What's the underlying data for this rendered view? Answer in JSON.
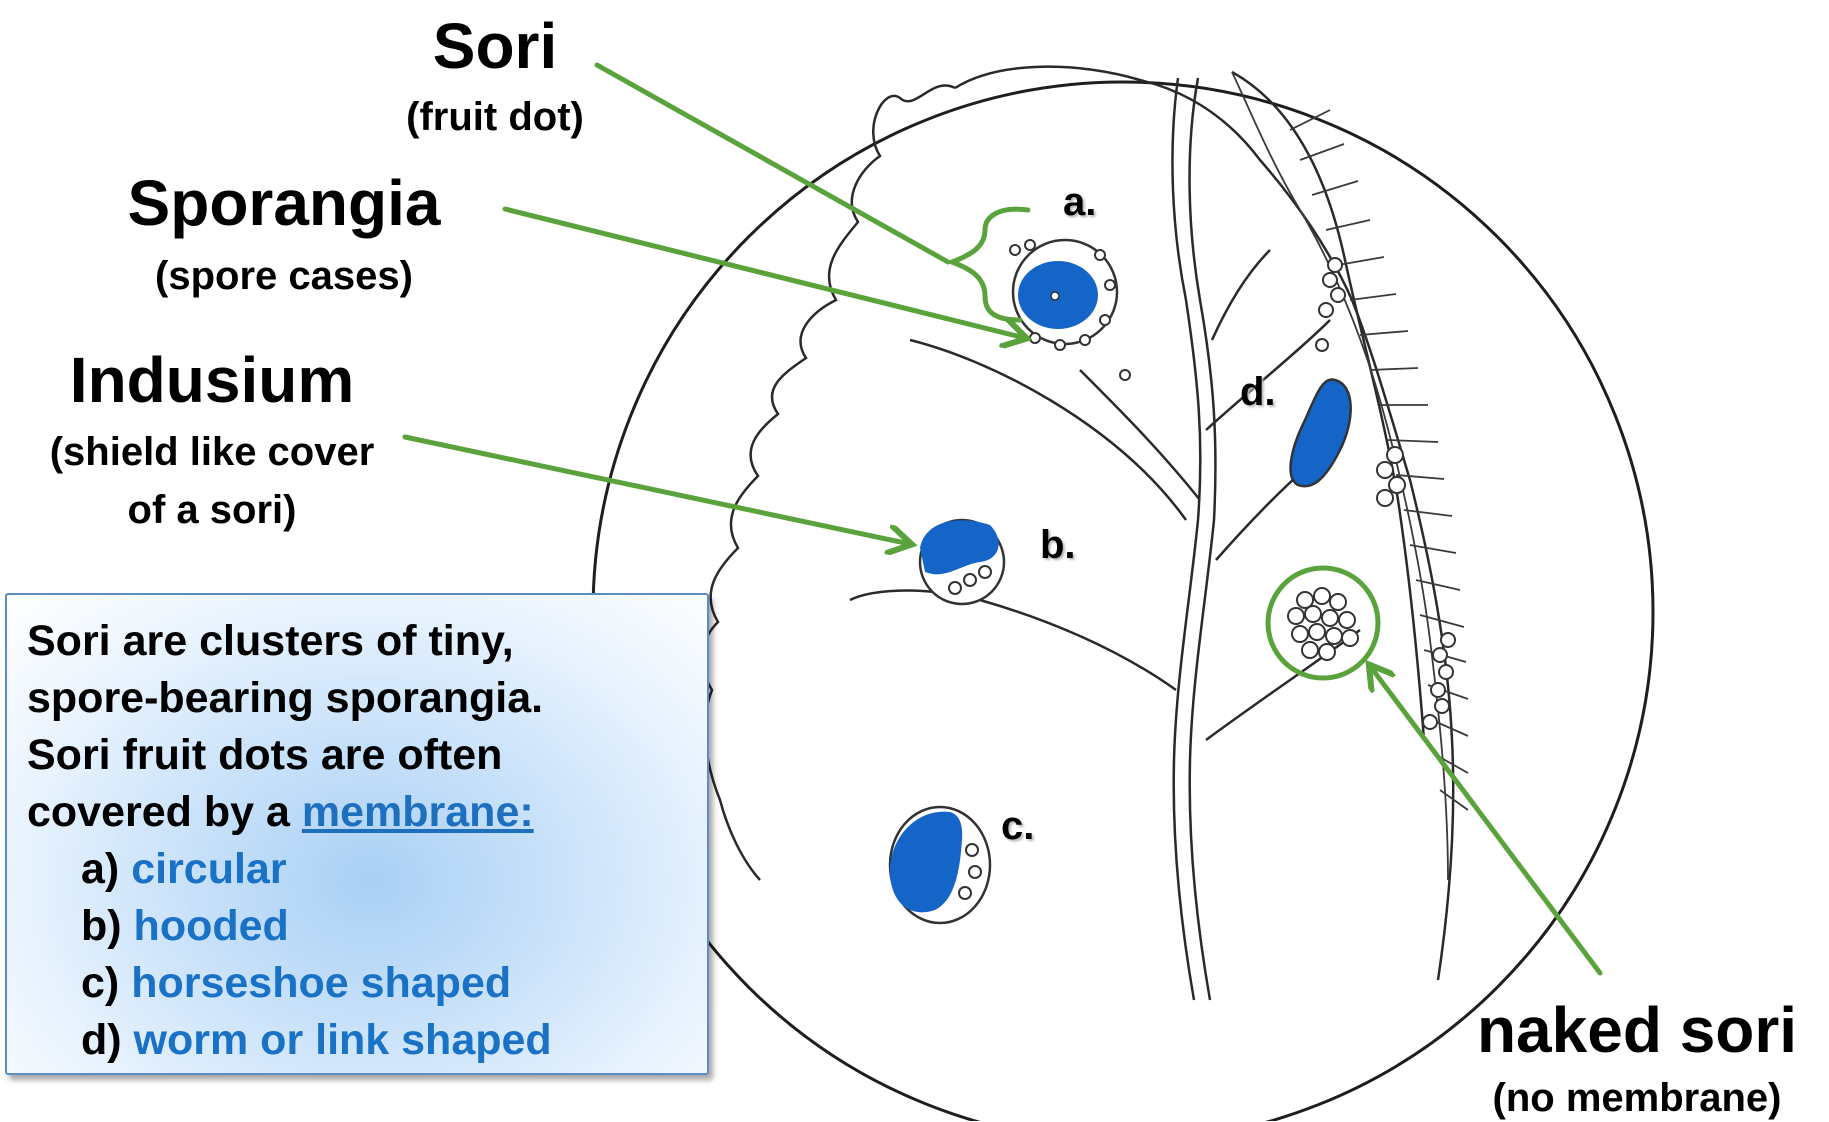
{
  "labels": {
    "sori": {
      "title": "Sori",
      "subtitle": "(fruit dot)"
    },
    "sporangia": {
      "title": "Sporangia",
      "subtitle": "(spore cases)"
    },
    "indusium": {
      "title": "Indusium",
      "subtitle_line1": "(shield like cover",
      "subtitle_line2": "of a sori)"
    },
    "naked": {
      "title": "naked sori",
      "subtitle": "(no membrane)"
    }
  },
  "letters": {
    "a": "a.",
    "b": "b.",
    "c": "c.",
    "d": "d."
  },
  "info_box": {
    "line1": "Sori are clusters of tiny,",
    "line2": "spore-bearing sporangia.",
    "line3": "Sori fruit dots are often",
    "line4_prefix": "covered by a ",
    "line4_link": "membrane:",
    "items": [
      {
        "marker": "a)",
        "text": "circular"
      },
      {
        "marker": "b)",
        "text": "hooded"
      },
      {
        "marker": "c)",
        "text": "horseshoe shaped"
      },
      {
        "marker": "d)",
        "text": "worm or link shaped"
      }
    ]
  },
  "colors": {
    "arrow": "#5aa33c",
    "sorus_fill": "#1565c8",
    "info_text": "#1a72c6",
    "link": "#1f6fbf"
  }
}
